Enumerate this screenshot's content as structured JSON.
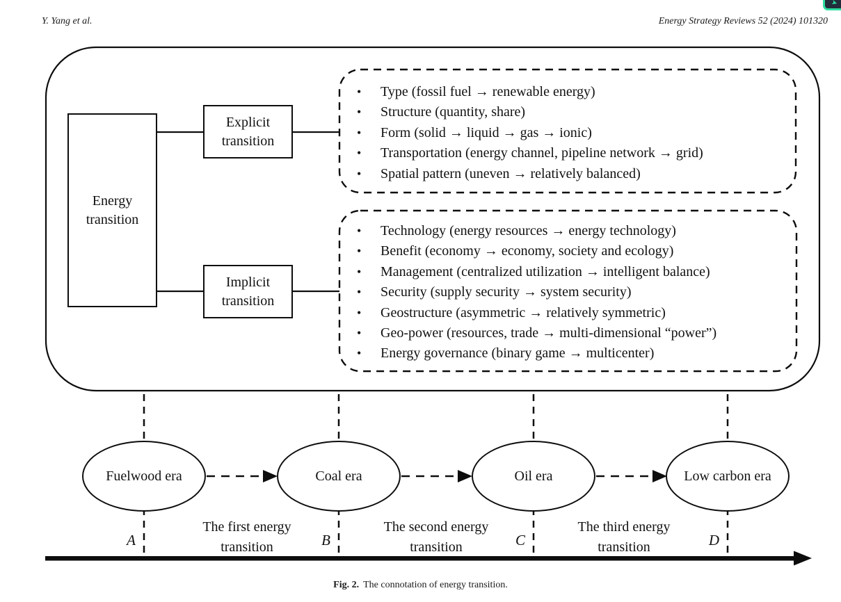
{
  "header": {
    "authors": "Y. Yang et al.",
    "journal": "Energy Strategy Reviews 52 (2024) 101320"
  },
  "badge": {
    "icon": "corner-badge-arrow-icon",
    "glyph": "➤",
    "green": "#2ddfa0",
    "dark": "#232c3b"
  },
  "diagram": {
    "root_label": "Energy transition",
    "explicit_label": "Explicit transition",
    "implicit_label": "Implicit transition",
    "bullet_char": "•",
    "explicit_items": [
      "Type (fossil fuel → renewable energy)",
      "Structure (quantity, share)",
      "Form (solid → liquid → gas → ionic)",
      "Transportation (energy channel, pipeline network → grid)",
      "Spatial pattern (uneven → relatively balanced)"
    ],
    "implicit_items": [
      "Technology (energy resources → energy technology)",
      "Benefit (economy → economy, society and ecology)",
      "Management (centralized utilization → intelligent balance)",
      "Security (supply security → system security)",
      "Geostructure (asymmetric → relatively symmetric)",
      "Geo-power (resources, trade → multi-dimensional “power”)",
      "Energy governance (binary game → multicenter)"
    ]
  },
  "timeline": {
    "eras": [
      "Fuelwood era",
      "Coal era",
      "Oil era",
      "Low carbon era"
    ],
    "markers": [
      "A",
      "B",
      "C",
      "D"
    ],
    "transitions": [
      "The first energy transition",
      "The second energy transition",
      "The third energy transition"
    ]
  },
  "caption": {
    "tag": "Fig. 2.",
    "text": "The connotation of energy transition."
  },
  "colors": {
    "ink": "#0d0d0d",
    "paper": "#ffffff"
  }
}
